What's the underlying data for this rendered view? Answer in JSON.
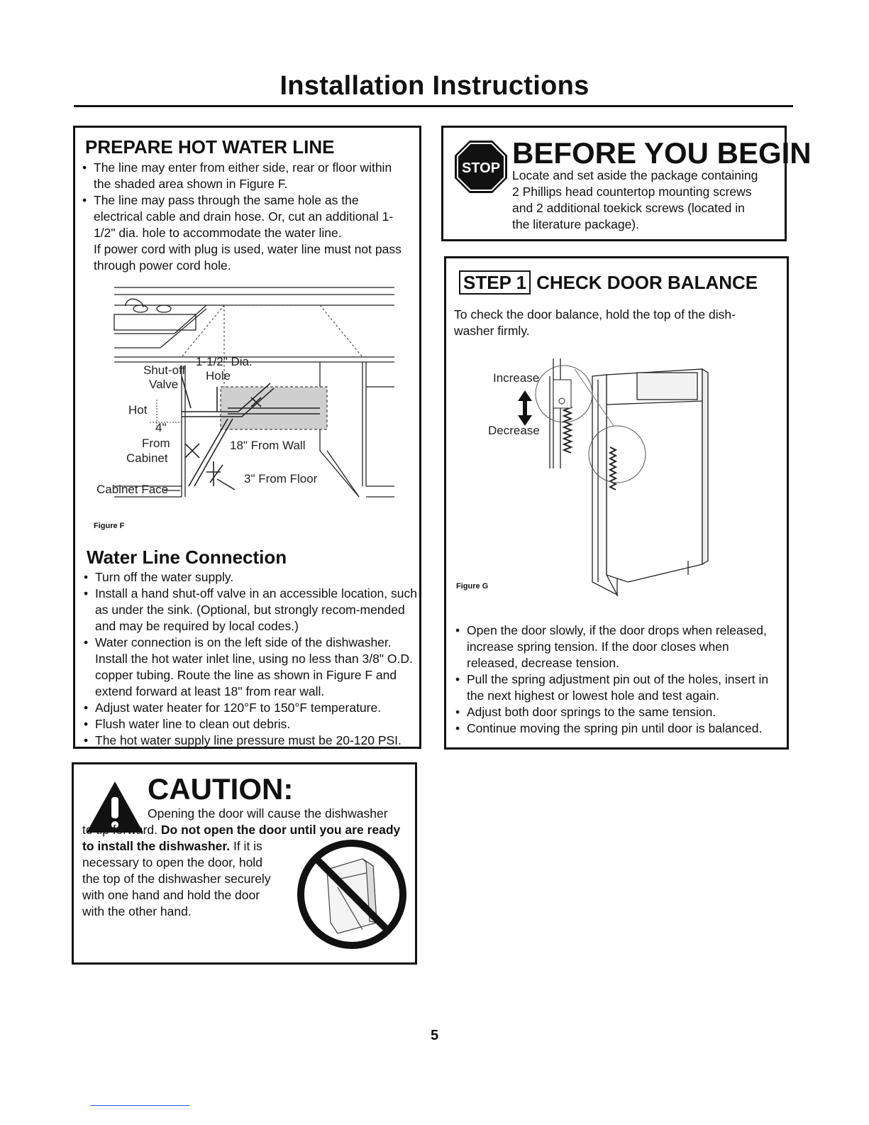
{
  "page_title": "Installation Instructions",
  "hot_water": {
    "heading": "PREPARE HOT WATER LINE",
    "bullets": [
      "The line may enter from either side, rear or floor within the shaded area shown in Figure F.",
      "The line may pass through the same hole as the electrical cable and drain hose. Or, cut an additional 1-1/2\" dia. hole to accommodate the water line."
    ],
    "note": "If power cord with plug is used, water line must not pass through power cord hole.",
    "figure_label": "Figure F",
    "labels": {
      "shutoff": "Shut-off",
      "valve": "Valve",
      "dia": "1-1/2\" Dia.",
      "hole": "Hole",
      "hot": "Hot",
      "four": "4\"",
      "from": "From",
      "cabinet": "Cabinet",
      "from_wall": "18\" From Wall",
      "from_floor": "3\" From Floor",
      "cabinet_face": "Cabinet Face"
    }
  },
  "water_line": {
    "heading": "Water Line Connection",
    "bullets": [
      "Turn off the water supply.",
      "Install a hand shut-off valve in an accessible location, such as under the sink. (Optional, but strongly recom-mended and may be required by local codes.)",
      "Water connection is on the left side of the dishwasher. Install the hot water inlet line, using no less than 3/8\" O.D. copper tubing. Route the line as shown in Figure F and extend forward at least 18\" from rear wall.",
      "Adjust water heater for 120°F to 150°F temperature.",
      "Flush water line to clean out debris.",
      "The hot water supply line pressure must be 20-120 PSI."
    ]
  },
  "caution": {
    "heading": "CAUTION:",
    "line1": "Opening the door will cause the dishwasher",
    "line2_plain": "to tip forward. ",
    "line2_bold": "Do not open the door until you are ready",
    "line3_bold": "to install the dishwasher.",
    "line3_plain": " If it is",
    "rest": [
      "necessary to open the door, hold",
      "the top of the dishwasher securely",
      "with one hand and hold the door",
      "with the other hand."
    ]
  },
  "before": {
    "stop_label": "STOP",
    "heading": "BEFORE YOU BEGIN",
    "lines": [
      "Locate and set aside the package containing",
      "2 Phillips head countertop mounting screws",
      "and 2 additional toekick screws (located in",
      "the literature package)."
    ]
  },
  "step1": {
    "tag": "STEP 1",
    "heading": "CHECK DOOR BALANCE",
    "intro": "To check the door balance, hold the top of the dish-washer firmly.",
    "increase": "Increase",
    "decrease": "Decrease",
    "figure_label": "Figure G",
    "bullets": [
      "Open the door slowly, if the door drops when released, increase spring tension. If the door closes when released, decrease tension.",
      "Pull the spring adjustment pin out of the holes, insert in the next highest or lowest hole and test again.",
      "Adjust both door springs to the same tension.",
      "Continue moving the spring pin until door is balanced."
    ]
  },
  "page_number": "5",
  "icons": {
    "stop": "stop-sign-icon",
    "warning": "warning-triangle-icon",
    "prohibit": "prohibition-icon"
  },
  "colors": {
    "ink": "#111111",
    "stop_red": "#111111",
    "link": "#2a5bd8"
  }
}
